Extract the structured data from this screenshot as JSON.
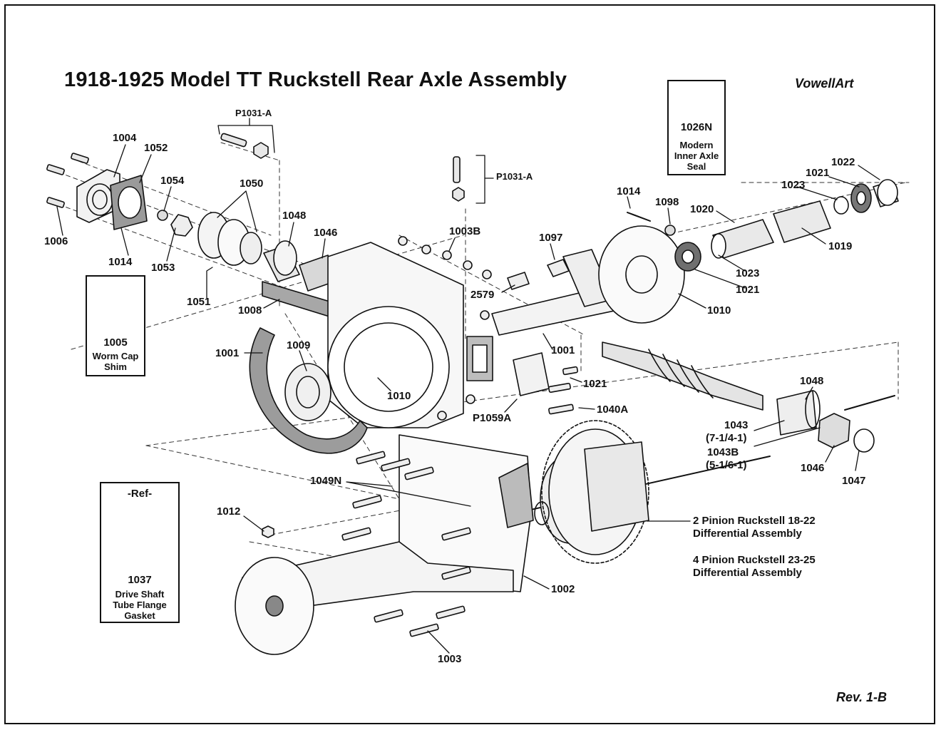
{
  "title": "1918-1925 Model TT Ruckstell Rear Axle Assembly",
  "brand": "VowellArt",
  "revision": "Rev. 1-B",
  "callouts": {
    "p1031a_top": "P1031-A",
    "p1031a_right": "P1031-A",
    "c1004": "1004",
    "c1052": "1052",
    "c1054": "1054",
    "c1050": "1050",
    "c1006": "1006",
    "c1014_left": "1014",
    "c1053": "1053",
    "c1048_top": "1048",
    "c1046_top": "1046",
    "c1003b": "1003B",
    "c1097": "1097",
    "c1014_right": "1014",
    "c1098": "1098",
    "c1020": "1020",
    "c1022": "1022",
    "c1021_top": "1021",
    "c1023_top": "1023",
    "c1019": "1019",
    "c1023_mid": "1023",
    "c1021_mid": "1021",
    "c1010_right": "1010",
    "c2579": "2579",
    "c1051": "1051",
    "c1008": "1008",
    "c1001_left": "1001",
    "c1009": "1009",
    "c1010_center": "1010",
    "c1001_right": "1001",
    "c1021_low": "1021",
    "c1040a": "1040A",
    "p1059a": "P1059A",
    "c1048_right": "1048",
    "c1043": "1043",
    "c1043_ratio": "(7-1/4-1)",
    "c1043b": "1043B",
    "c1043b_ratio": "(5-1/6-1)",
    "c1046_right": "1046",
    "c1047": "1047",
    "c1049n": "1049N",
    "c1012": "1012",
    "c1002": "1002",
    "c1003": "1003",
    "diff_2pinion_line1": "2 Pinion Ruckstell 18-22",
    "diff_2pinion_line2": "Differential Assembly",
    "diff_4pinion_line1": "4 Pinion Ruckstell 23-25",
    "diff_4pinion_line2": "Differential Assembly"
  },
  "boxes": {
    "seal": {
      "number": "1026N",
      "line1": "Modern",
      "line2": "Inner Axle",
      "line3": "Seal"
    },
    "shim": {
      "number": "1005",
      "line1": "Worm Cap",
      "line2": "Shim"
    },
    "gasket": {
      "ref": "-Ref-",
      "number": "1037",
      "line1": "Drive Shaft",
      "line2": "Tube Flange",
      "line3": "Gasket"
    }
  }
}
